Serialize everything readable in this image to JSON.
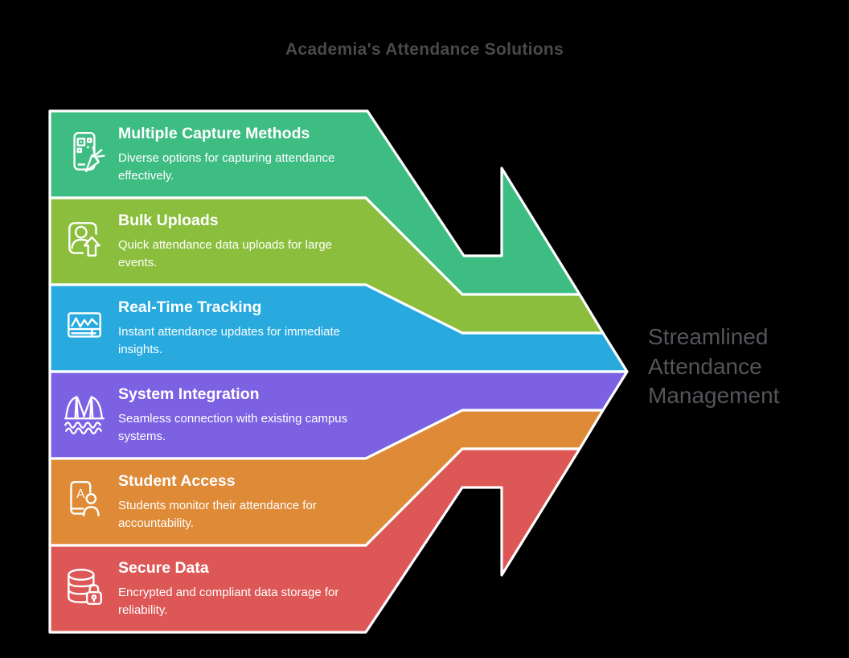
{
  "header": {
    "title": "Academia's Attendance Solutions"
  },
  "result": {
    "label": "Streamlined Attendance Management"
  },
  "colors": {
    "background": "#000000",
    "header_text": "#4A4A4A",
    "result_text": "#54555A",
    "band_text": "#FFFFFF",
    "outline": "#FFFFFF"
  },
  "bands": [
    {
      "title": "Multiple Capture Methods",
      "description": "Diverse options for capturing attendance effectively.",
      "color": "#3EBD83",
      "icon": "qr-scan-phone-carrot-icon"
    },
    {
      "title": "Bulk Uploads",
      "description": "Quick attendance data uploads for large events.",
      "color": "#8BBE3D",
      "icon": "person-upload-icon"
    },
    {
      "title": "Real-Time Tracking",
      "description": "Instant attendance updates for immediate insights.",
      "color": "#28AADF",
      "icon": "realtime-chart-icon"
    },
    {
      "title": "System Integration",
      "description": "Seamless connection with existing campus systems.",
      "color": "#7C62E3",
      "icon": "bridge-icon"
    },
    {
      "title": "Student Access",
      "description": "Students monitor their attendance for accountability.",
      "color": "#DE8A37",
      "icon": "id-card-person-icon",
      "icon_letter": "A"
    },
    {
      "title": "Secure Data",
      "description": "Encrypted and compliant data storage for reliability.",
      "color": "#DD5757",
      "icon": "database-lock-icon"
    }
  ]
}
